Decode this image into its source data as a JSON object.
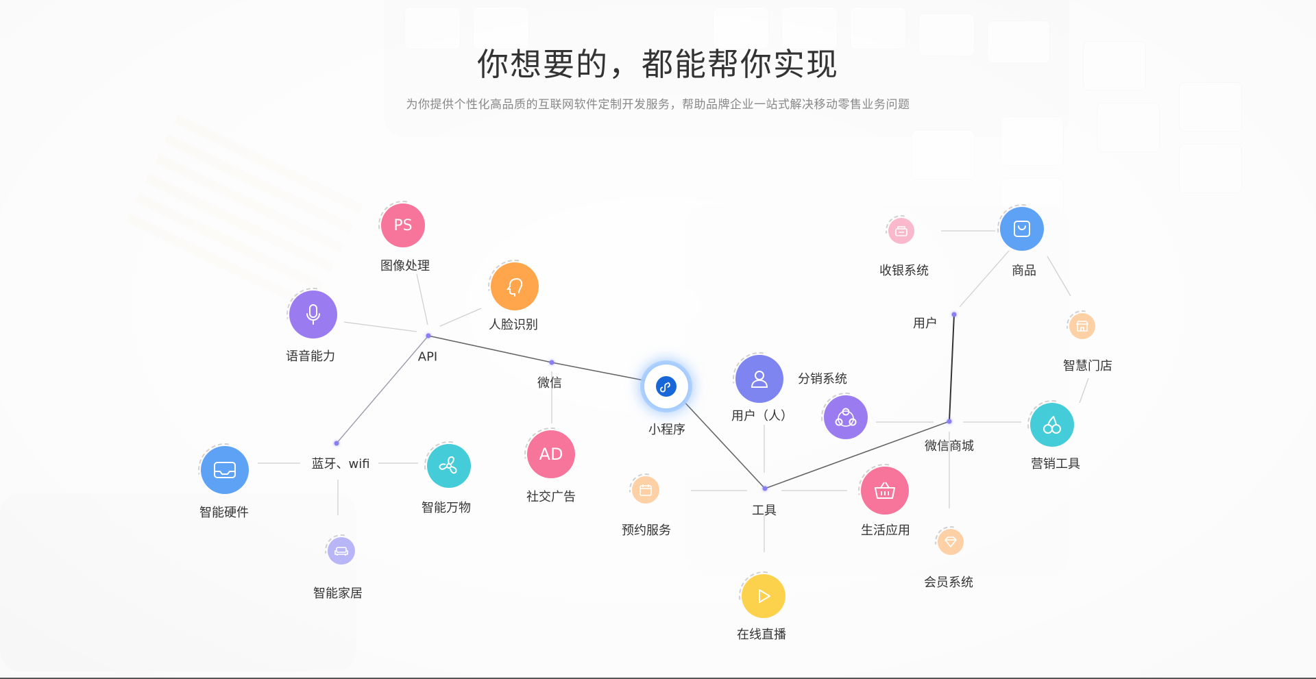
{
  "header": {
    "title": "你想要的，都能帮你实现",
    "subtitle": "为你提供个性化高品质的互联网软件定制开发服务，帮助品牌企业一站式解决移动零售业务问题"
  },
  "colors": {
    "pink": "#f7749b",
    "orange": "#ffa64d",
    "purple": "#9b7bf0",
    "blue": "#5ea2f6",
    "teal": "#45ccd9",
    "indigo": "#7e84f0",
    "yellow": "#fcd24d",
    "light_pink": "#f9b8cc",
    "light_orange": "#fdd0a5",
    "light_purple": "#b9b6f7",
    "dot": "#8a7ff0",
    "hub": "#1767d8"
  },
  "nodes": [
    {
      "id": "ps",
      "label": "图像处理",
      "icon": "ps-text-icon",
      "glyph": "PS",
      "color": "pink"
    },
    {
      "id": "face",
      "label": "人脸识别",
      "icon": "face-profile-icon",
      "color": "orange"
    },
    {
      "id": "voice",
      "label": "语音能力",
      "icon": "microphone-icon",
      "color": "purple"
    },
    {
      "id": "hardware",
      "label": "智能硬件",
      "icon": "inbox-tray-icon",
      "color": "blue"
    },
    {
      "id": "things",
      "label": "智能万物",
      "icon": "fan-icon",
      "color": "teal"
    },
    {
      "id": "home",
      "label": "智能家居",
      "icon": "sofa-icon",
      "color": "light_purple"
    },
    {
      "id": "ad",
      "label": "社交广告",
      "icon": "ad-text-icon",
      "glyph": "AD",
      "color": "pink"
    },
    {
      "id": "user",
      "label": "用户（人）",
      "icon": "user-icon",
      "color": "indigo"
    },
    {
      "id": "booking",
      "label": "预约服务",
      "icon": "calendar-icon",
      "color": "light_orange"
    },
    {
      "id": "live",
      "label": "在线直播",
      "icon": "play-icon",
      "color": "yellow"
    },
    {
      "id": "life",
      "label": "生活应用",
      "icon": "basket-icon",
      "color": "pink"
    },
    {
      "id": "distribution",
      "label": "分销系统",
      "icon": "network-nodes-icon",
      "color": "purple"
    },
    {
      "id": "cashier",
      "label": "收银系统",
      "icon": "cash-register-icon",
      "color": "light_pink"
    },
    {
      "id": "goods",
      "label": "商品",
      "icon": "shopping-bag-icon",
      "color": "blue"
    },
    {
      "id": "store",
      "label": "智慧门店",
      "icon": "storefront-icon",
      "color": "light_orange"
    },
    {
      "id": "marketing",
      "label": "营销工具",
      "icon": "cherries-icon",
      "color": "teal"
    },
    {
      "id": "member",
      "label": "会员系统",
      "icon": "diamond-icon",
      "color": "light_orange"
    }
  ],
  "hubs": {
    "mini": "小程序",
    "api": "API",
    "wechat": "微信",
    "bluetooth": "蓝牙、wifi",
    "tools": "工具",
    "mall": "微信商城",
    "user_hub": "用户"
  }
}
